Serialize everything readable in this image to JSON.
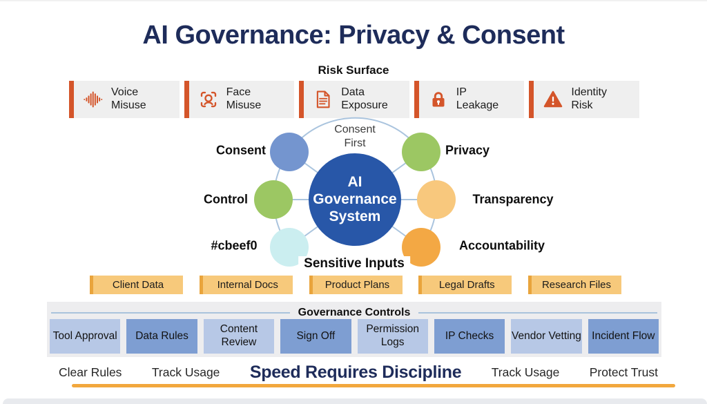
{
  "title": "AI Governance: Privacy & Consent",
  "risk_surface": {
    "label": "Risk Surface",
    "items": [
      {
        "icon": "waveform-icon",
        "label": "Voice Misuse"
      },
      {
        "icon": "face-scan-icon",
        "label": "Face Misuse"
      },
      {
        "icon": "document-icon",
        "label": "Data Exposure"
      },
      {
        "icon": "lock-icon",
        "label": "IP Leakage"
      },
      {
        "icon": "warning-triangle-icon",
        "label": "Identity Risk"
      }
    ],
    "accent_color": "#d4552a",
    "box_background": "#efefef"
  },
  "hub": {
    "center_text": "AI\nGovernance\nSystem",
    "hub_color": "#2857a8",
    "connector_color": "#aac4de",
    "top_note": "Consent\nFirst",
    "bottom_note": "Sensitive Inputs",
    "nodes": [
      {
        "label": "Consent",
        "color": "#7495cf",
        "position": "top-left"
      },
      {
        "label": "Privacy",
        "color": "#9cc763",
        "position": "top-right"
      },
      {
        "label": "Control",
        "color": "#9cc763",
        "position": "mid-left"
      },
      {
        "label": "Transparency",
        "color": "#f8c87d",
        "position": "mid-right"
      },
      {
        "label": "#cbeef0",
        "color": "#cbeef0",
        "position": "bottom-left"
      },
      {
        "label": "Accountability",
        "color": "#f3a844",
        "position": "bottom-right"
      }
    ]
  },
  "data_sources": {
    "items": [
      {
        "label": "Client Data"
      },
      {
        "label": "Internal Docs"
      },
      {
        "label": "Product Plans"
      },
      {
        "label": "Legal Drafts"
      },
      {
        "label": "Research Files"
      }
    ],
    "box_background": "#f7c97b",
    "accent_color": "#e9a43c"
  },
  "governance_controls": {
    "label": "Governance Controls",
    "items": [
      {
        "label": "Tool Approval",
        "shade": "light"
      },
      {
        "label": "Data Rules",
        "shade": "medium"
      },
      {
        "label": "Content Review",
        "shade": "light"
      },
      {
        "label": "Sign Off",
        "shade": "medium"
      },
      {
        "label": "Permission Logs",
        "shade": "light"
      },
      {
        "label": "IP Checks",
        "shade": "medium"
      },
      {
        "label": "Vendor Vetting",
        "shade": "light"
      },
      {
        "label": "Incident Flow",
        "shade": "medium"
      }
    ],
    "light_blue": "#b7c8e6",
    "medium_blue": "#7e9ed2",
    "band_background": "#ededef"
  },
  "footer": {
    "items": [
      {
        "label": "Clear Rules",
        "emphasis": false
      },
      {
        "label": "Track Usage",
        "emphasis": false
      },
      {
        "label": "Speed Requires Discipline",
        "emphasis": true
      },
      {
        "label": "Track Usage",
        "emphasis": false
      },
      {
        "label": "Protect Trust",
        "emphasis": false
      }
    ],
    "rule_color": "#f2a73d",
    "emphasis_color": "#1e2c5a"
  }
}
